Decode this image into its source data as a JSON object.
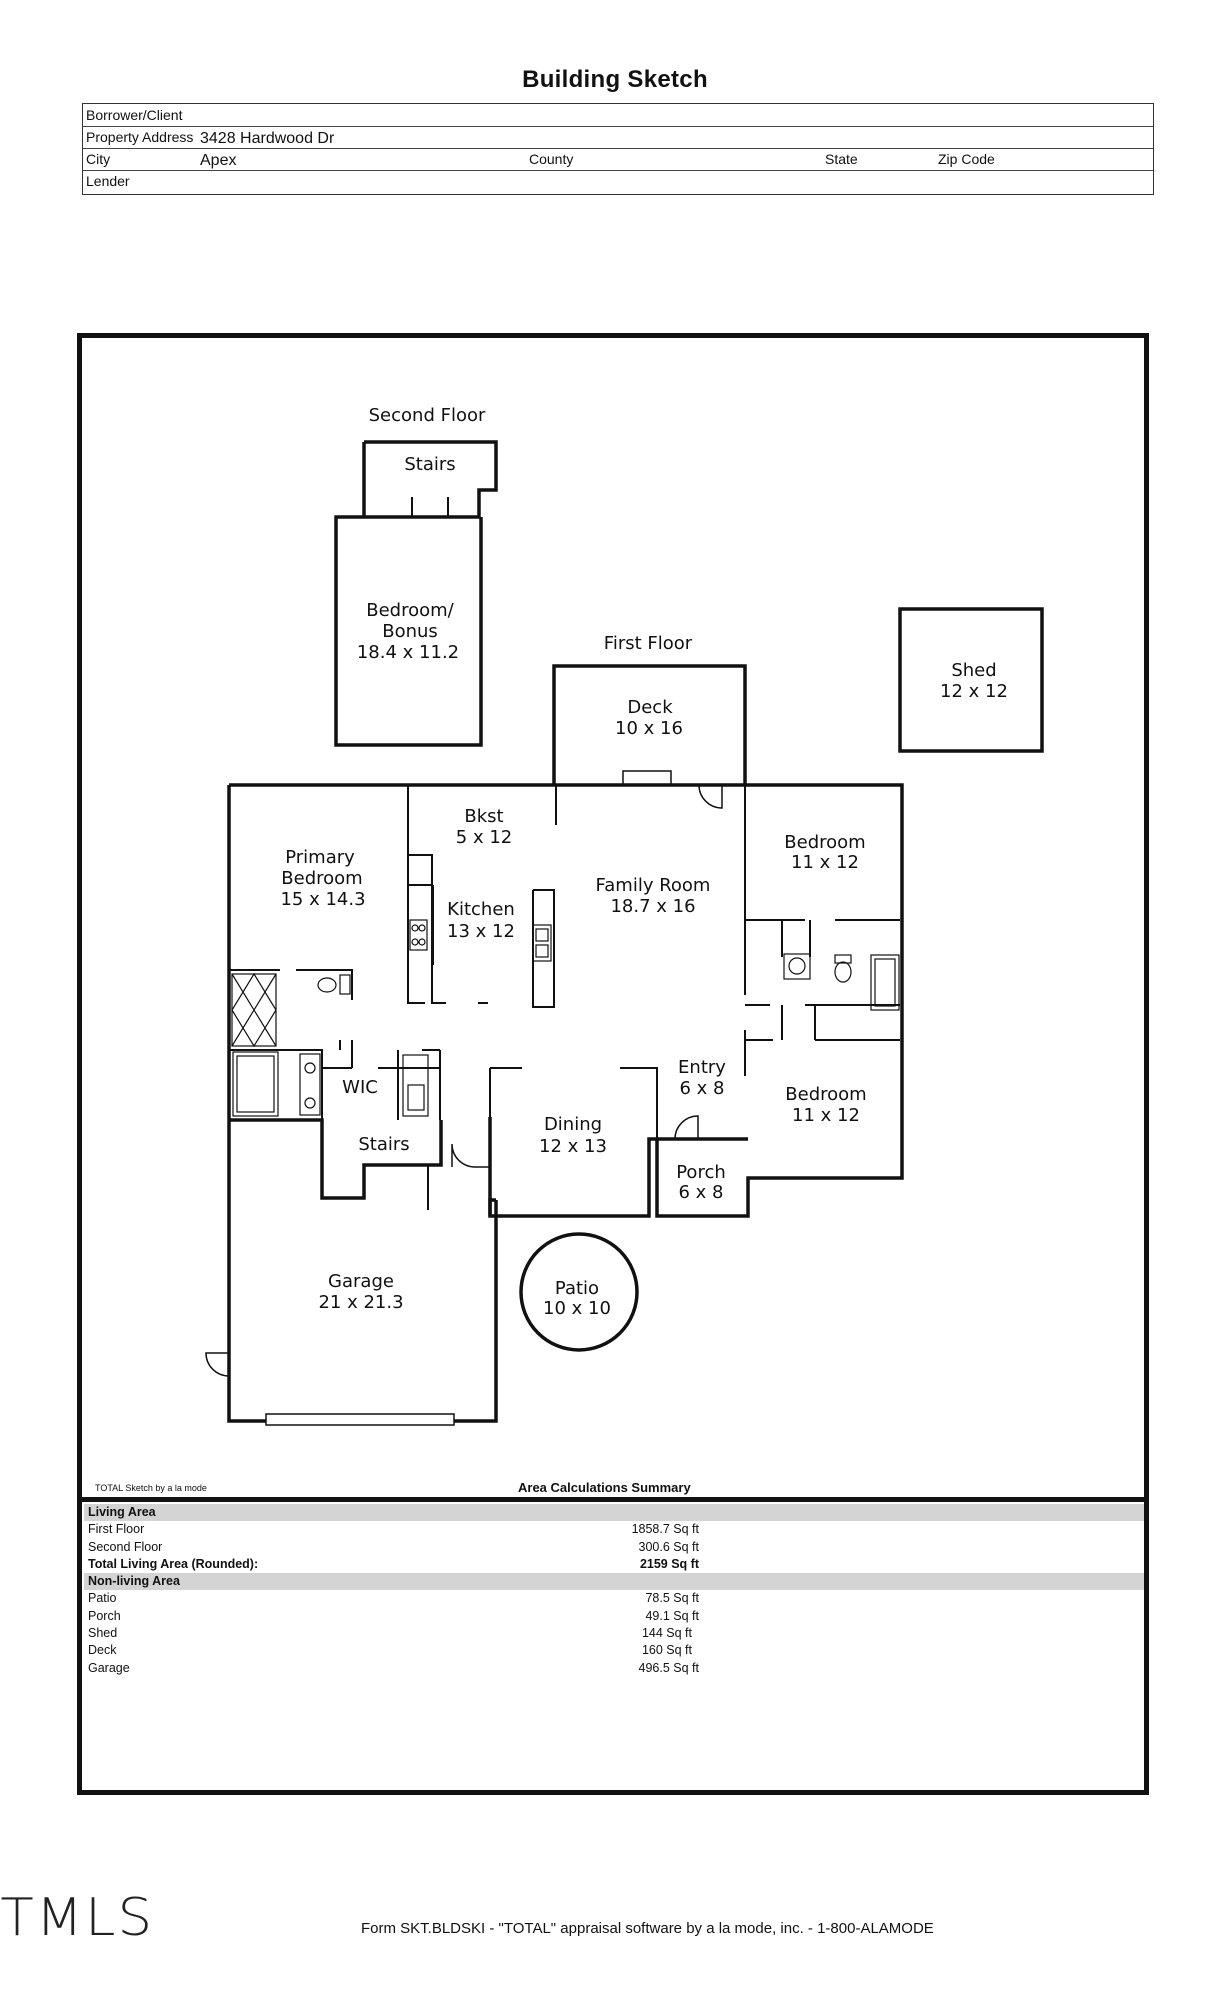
{
  "document": {
    "title": "Building Sketch",
    "header": {
      "borrower_label": "Borrower/Client",
      "borrower_value": "",
      "address_label": "Property Address",
      "address_value": "3428 Hardwood Dr",
      "city_label": "City",
      "city_value": "Apex",
      "county_label": "County",
      "state_label": "State",
      "zip_label": "Zip Code",
      "lender_label": "Lender"
    }
  },
  "sketch": {
    "second_floor_label": "Second Floor",
    "first_floor_label": "First Floor",
    "rooms": {
      "stairs_upper": "Stairs",
      "bonus_l1": "Bedroom/",
      "bonus_l2": "Bonus",
      "bonus_dim": "18.4 x 11.2",
      "shed": "Shed",
      "shed_dim": "12 x 12",
      "deck": "Deck",
      "deck_dim": "10 x 16",
      "bkst": "Bkst",
      "bkst_dim": "5 x 12",
      "primary_l1": "Primary",
      "primary_l2": "Bedroom",
      "primary_dim": "15 x 14.3",
      "kitchen": "Kitchen",
      "kitchen_dim": "13 x 12",
      "family": "Family Room",
      "family_dim": "18.7 x 16",
      "bed1": "Bedroom",
      "bed1_dim": "11 x 12",
      "bed2": "Bedroom",
      "bed2_dim": "11 x 12",
      "wic": "WIC",
      "stairs_lower": "Stairs",
      "entry": "Entry",
      "entry_dim": "6 x 8",
      "dining": "Dining",
      "dining_dim": "12 x 13",
      "porch": "Porch",
      "porch_dim": "6 x 8",
      "garage": "Garage",
      "garage_dim": "21 x 21.3",
      "patio": "Patio",
      "patio_dim": "10 x 10"
    }
  },
  "summary": {
    "sketch_credit": "TOTAL Sketch by a la mode",
    "title": "Area Calculations Summary",
    "living_header": "Living Area",
    "living_rows": [
      {
        "name": "First Floor",
        "value": "1858.7 Sq ft"
      },
      {
        "name": "Second Floor",
        "value": "300.6 Sq ft"
      }
    ],
    "total_name": "Total Living Area (Rounded):",
    "total_value": "2159 Sq ft",
    "nonliving_header": "Non-living Area",
    "nonliving_rows": [
      {
        "name": "Patio",
        "value": "78.5 Sq ft"
      },
      {
        "name": "Porch",
        "value": "49.1 Sq ft"
      },
      {
        "name": "Shed",
        "value": "144 Sq ft"
      },
      {
        "name": "Deck",
        "value": "160 Sq ft"
      },
      {
        "name": "Garage",
        "value": "496.5 Sq ft"
      }
    ]
  },
  "brand": "TMLS",
  "footer": "Form SKT.BLDSKI - \"TOTAL\" appraisal software by a la mode, inc. - 1-800-ALAMODE"
}
